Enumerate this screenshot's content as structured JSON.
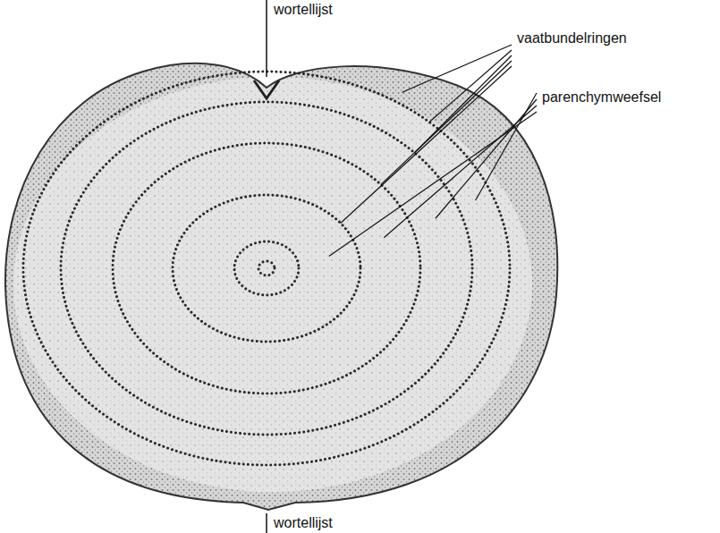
{
  "diagram": {
    "labels": [
      "wortellijst",
      "vaatbundelringen",
      "parenchymweefsel",
      "wortellijst"
    ]
  }
}
